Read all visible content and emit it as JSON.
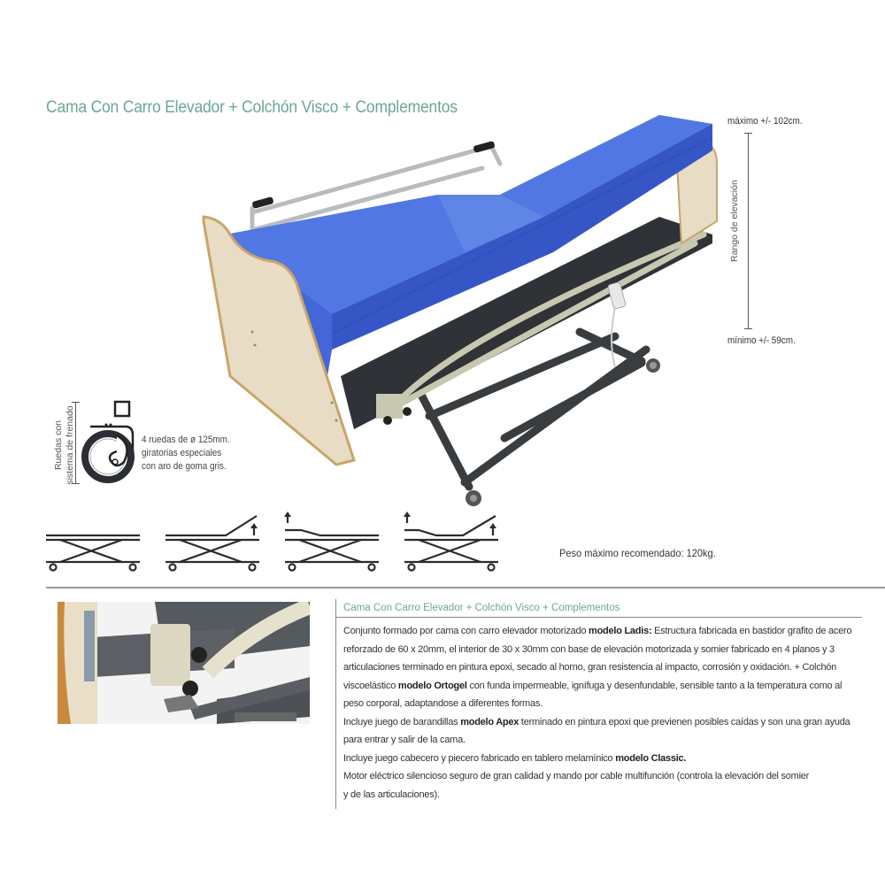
{
  "header": {
    "title": "Cama Con Carro Elevador + Colchón Visco + Complementos",
    "title_color": "#6aa892"
  },
  "elevation": {
    "max_label": "máximo +/- 102cm.",
    "min_label": "mínimo +/- 59cm.",
    "range_label": "Rango de elevación"
  },
  "wheels": {
    "side_label_line1": "Ruedas con",
    "side_label_line2": "sistema de frenado",
    "desc_line1": "4 ruedas de ø 125mm.",
    "desc_line2": "giratorias especiales",
    "desc_line3": "con aro de goma gris.",
    "icon": "caster-wheel-icon"
  },
  "positions": [
    {
      "name": "flat",
      "icon": "bed-position-flat-icon"
    },
    {
      "name": "head-raised",
      "icon": "bed-position-head-raised-icon"
    },
    {
      "name": "foot-raised",
      "icon": "bed-position-foot-raised-icon"
    },
    {
      "name": "both-raised",
      "icon": "bed-position-both-raised-icon"
    }
  ],
  "max_weight": "Peso máximo recomendado: 120kg.",
  "colors": {
    "mattress": "#3f63d4",
    "headboard": "#e8dcc4",
    "frame": "#3a3d40",
    "accent": "#6aa892"
  },
  "description": {
    "title": "Cama Con Carro Elevador + Colchón Visco + Complementos",
    "p1_a": "Conjunto formado por cama con carro elevador motorizado ",
    "p1_b": "modelo Ladis:",
    "p1_c": " Estructura fabricada en bastidor grafito de acero reforzado de 60 x 20mm, el interior de 30 x 30mm con base de elevación motorizada y somier fabricado en 4 planos y 3 articulaciones terminado en pintura epoxi, secado al horno, gran resistencia al impacto, corrosión y oxidación. + Colchón viscoelástico ",
    "p1_d": "modelo Ortogel",
    "p1_e": " con funda impermeable, ignífuga y desenfundable, sensible tanto a la temperatura como al peso corporal, adaptandose a diferentes formas.",
    "p2_a": "Incluye juego de barandillas  ",
    "p2_b": "modelo Apex",
    "p2_c": " terminado en pintura epoxi que previenen posibles caídas y son una gran ayuda para entrar y salir de la cama.",
    "p3_a": "Incluye juego cabecero y piecero fabricado en tablero melamínico ",
    "p3_b": "modelo Classic.",
    "p4_a": "Motor eléctrico silencioso seguro de gran calidad y mando por cable multifunción (controla la elevación del somier",
    "p4_b": "y de las articulaciones)."
  }
}
